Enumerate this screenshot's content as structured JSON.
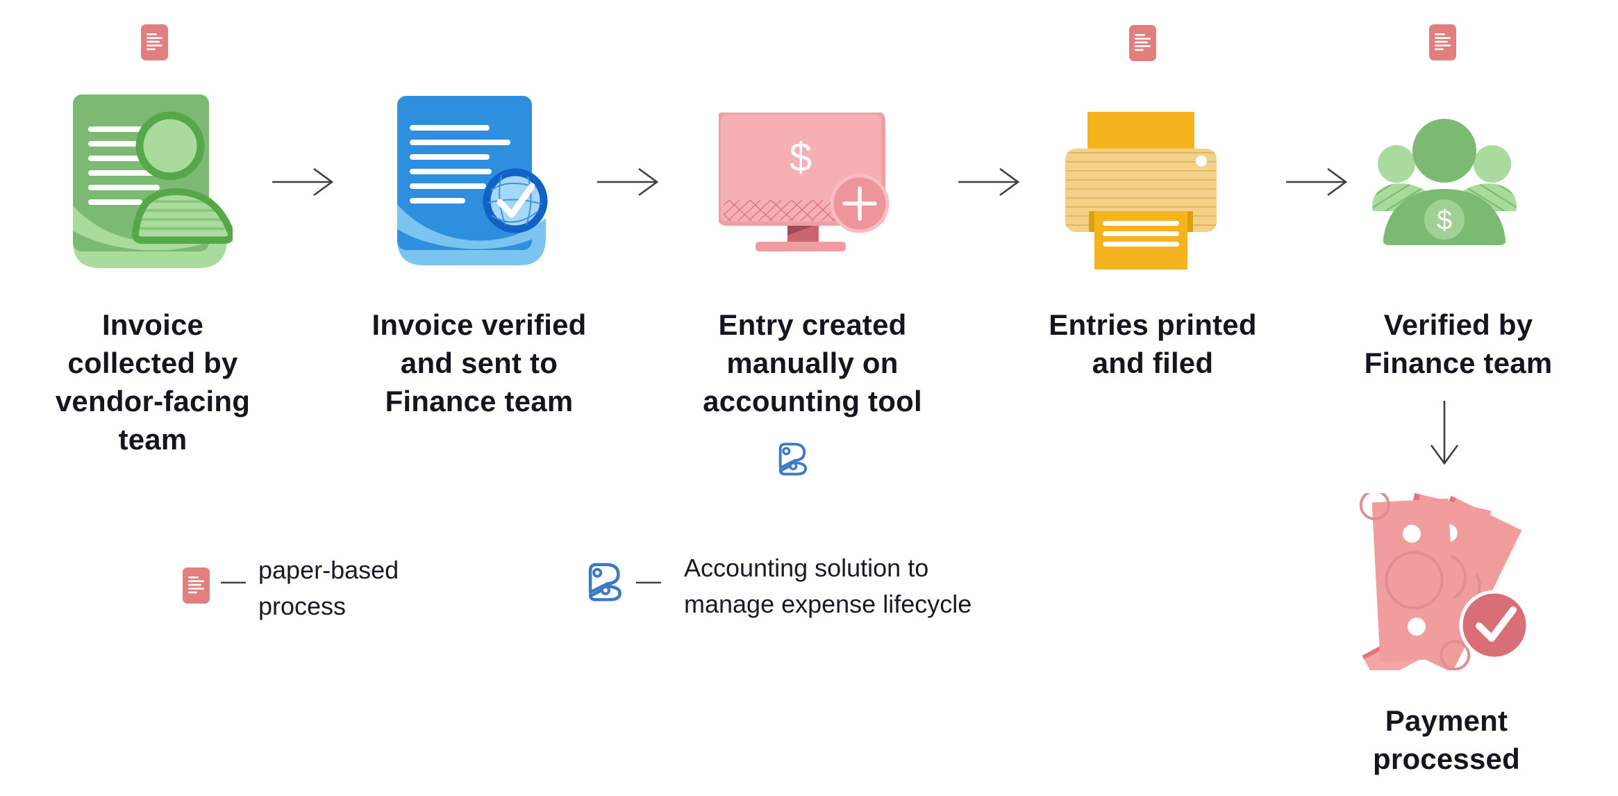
{
  "steps": [
    {
      "name": "invoice-collected",
      "label_lines": [
        "Invoice",
        "collected by",
        "vendor-facing",
        "team"
      ],
      "paper_based": true
    },
    {
      "name": "invoice-verified",
      "label_lines": [
        "Invoice verified",
        "and sent to",
        "Finance team"
      ],
      "paper_based": false
    },
    {
      "name": "entry-created",
      "label_lines": [
        "Entry created",
        "manually on",
        "accounting tool"
      ],
      "paper_based": false,
      "uses_accounting_tool": true
    },
    {
      "name": "entries-printed",
      "label_lines": [
        "Entries printed",
        "and filed"
      ],
      "paper_based": true
    },
    {
      "name": "verified-by-finance",
      "label_lines": [
        "Verified by",
        "Finance team"
      ],
      "paper_based": true
    }
  ],
  "final_step": {
    "name": "payment-processed",
    "label_lines": [
      "Payment",
      "processed"
    ]
  },
  "legend": [
    {
      "icon": "paper-document-icon",
      "separator": "—",
      "label_lines": [
        "paper-based",
        "process"
      ]
    },
    {
      "icon": "accounting-books-icon",
      "separator": "—",
      "label_lines": [
        "Accounting solution to",
        "manage expense lifecycle"
      ]
    }
  ],
  "symbols": {
    "dollar": "$"
  },
  "palette": {
    "green": "#7CBA73",
    "green_light": "#A9DB9C",
    "green_dark": "#55A747",
    "blue": "#2E8FDE",
    "blue_light": "#7CC4F0",
    "blue_dark": "#1261C6",
    "badge_fill": "#A5D8F6",
    "pink": "#F3A8AC",
    "pink_dark": "#D96E77",
    "salmon_paper": "#E27E7E",
    "bill_pink": "#F29D9D",
    "bill_edge": "#E5737D",
    "yellow": "#F5B41E",
    "yellow_light": "#F3D189",
    "books_blue": "#3B79C4",
    "text": "#15151F",
    "arrow": "#3E3E42"
  }
}
